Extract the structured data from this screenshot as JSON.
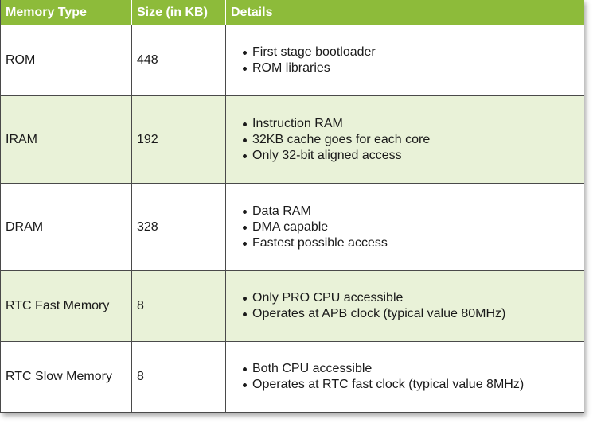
{
  "headers": [
    "Memory Type",
    "Size (in KB)",
    "Details"
  ],
  "rows": [
    {
      "type": "ROM",
      "size": "448",
      "details": [
        "First stage bootloader",
        "ROM libraries"
      ]
    },
    {
      "type": "IRAM",
      "size": "192",
      "details": [
        "Instruction RAM",
        "32KB cache goes for each core",
        "Only 32-bit aligned access"
      ]
    },
    {
      "type": "DRAM",
      "size": "328",
      "details": [
        "Data RAM",
        "DMA capable",
        "Fastest possible access"
      ]
    },
    {
      "type": "RTC Fast Memory",
      "size": "8",
      "details": [
        "Only PRO CPU accessible",
        "Operates at APB clock (typical value 80MHz)"
      ]
    },
    {
      "type": "RTC Slow Memory",
      "size": "8",
      "details": [
        "Both CPU accessible",
        "Operates at RTC fast clock (typical value 8MHz)"
      ]
    }
  ],
  "colors": {
    "header_bg": "#8dbb3a",
    "row_alt_bg": "#e9f2d8",
    "row_bg": "#ffffff"
  }
}
